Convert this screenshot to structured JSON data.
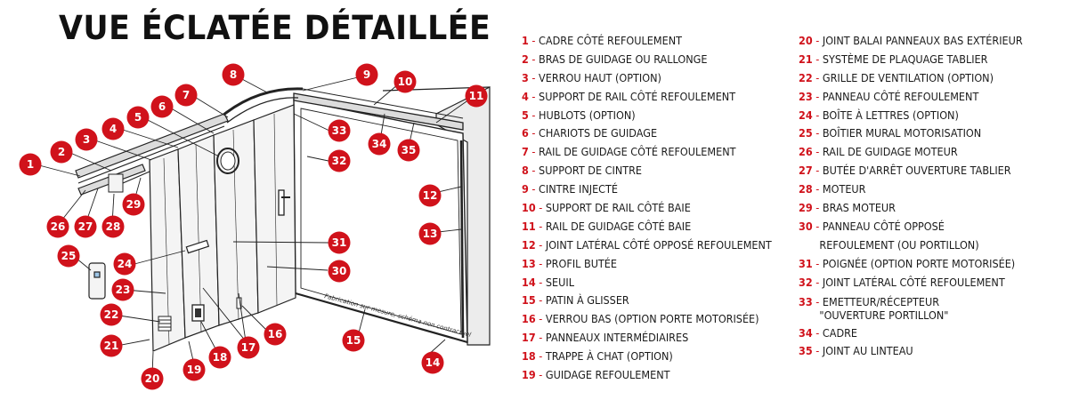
{
  "title": "VUE ÉCLATÉE DÉTAILLÉE",
  "colors": {
    "accent_red": "#d0121b",
    "line": "#222222",
    "panel_fill": "#f4f4f4"
  },
  "diagram": {
    "note": "Fabrication sur mesure, schéma non contractuel"
  },
  "callouts": [
    {
      "number": "1"
    },
    {
      "number": "2"
    },
    {
      "number": "3"
    },
    {
      "number": "4"
    },
    {
      "number": "5"
    },
    {
      "number": "6"
    },
    {
      "number": "7"
    },
    {
      "number": "8"
    },
    {
      "number": "9"
    },
    {
      "number": "10"
    },
    {
      "number": "11"
    },
    {
      "number": "12"
    },
    {
      "number": "13"
    },
    {
      "number": "14"
    },
    {
      "number": "15"
    },
    {
      "number": "16"
    },
    {
      "number": "17"
    },
    {
      "number": "18"
    },
    {
      "number": "19"
    },
    {
      "number": "20"
    },
    {
      "number": "21"
    },
    {
      "number": "22"
    },
    {
      "number": "23"
    },
    {
      "number": "24"
    },
    {
      "number": "25"
    },
    {
      "number": "26"
    },
    {
      "number": "27"
    },
    {
      "number": "28"
    },
    {
      "number": "29"
    },
    {
      "number": "30"
    },
    {
      "number": "31"
    },
    {
      "number": "32"
    },
    {
      "number": "33"
    },
    {
      "number": "34"
    },
    {
      "number": "35"
    }
  ],
  "legend": [
    {
      "num": "1",
      "label": "CADRE CÔTÉ REFOULEMENT"
    },
    {
      "num": "2",
      "label": "BRAS DE GUIDAGE OU RALLONGE"
    },
    {
      "num": "3",
      "label": "VERROU HAUT (OPTION)"
    },
    {
      "num": "4",
      "label": "SUPPORT DE RAIL CÔTÉ REFOULEMENT"
    },
    {
      "num": "5",
      "label": "HUBLOTS (OPTION)"
    },
    {
      "num": "6",
      "label": "CHARIOTS DE GUIDAGE"
    },
    {
      "num": "7",
      "label": "RAIL DE GUIDAGE CÔTÉ REFOULEMENT"
    },
    {
      "num": "8",
      "label": "SUPPORT DE CINTRE"
    },
    {
      "num": "9",
      "label": "CINTRE INJECTÉ"
    },
    {
      "num": "10",
      "label": "SUPPORT DE RAIL CÔTÉ BAIE"
    },
    {
      "num": "11",
      "label": "RAIL DE GUIDAGE CÔTÉ BAIE"
    },
    {
      "num": "12",
      "label": "JOINT LATÉRAL CÔTÉ OPPOSÉ REFOULEMENT"
    },
    {
      "num": "13",
      "label": "PROFIL BUTÉE"
    },
    {
      "num": "14",
      "label": "SEUIL"
    },
    {
      "num": "15",
      "label": "PATIN À GLISSER"
    },
    {
      "num": "16",
      "label": "VERROU BAS (OPTION PORTE MOTORISÉE)"
    },
    {
      "num": "17",
      "label": "PANNEAUX INTERMÉDIAIRES"
    },
    {
      "num": "18",
      "label": "TRAPPE À CHAT (OPTION)"
    },
    {
      "num": "19",
      "label": "GUIDAGE REFOULEMENT"
    },
    {
      "num": "20",
      "label": "JOINT BALAI PANNEAUX BAS EXTÉRIEUR"
    },
    {
      "num": "21",
      "label": "SYSTÈME DE PLAQUAGE TABLIER"
    },
    {
      "num": "22",
      "label": "GRILLE DE VENTILATION (OPTION)"
    },
    {
      "num": "23",
      "label": "PANNEAU CÔTÉ REFOULEMENT"
    },
    {
      "num": "24",
      "label": "BOÎTE À LETTRES (OPTION)"
    },
    {
      "num": "25",
      "label": "BOÎTIER MURAL MOTORISATION"
    },
    {
      "num": "26",
      "label": "RAIL DE GUIDAGE MOTEUR"
    },
    {
      "num": "27",
      "label": "BUTÉE D'ARRÊT OUVERTURE TABLIER"
    },
    {
      "num": "28",
      "label": "MOTEUR"
    },
    {
      "num": "29",
      "label": "BRAS MOTEUR"
    },
    {
      "num": "30",
      "label": "PANNEAU CÔTÉ OPPOSÉ",
      "label2": "REFOULEMENT (OU PORTILLON)"
    },
    {
      "num": "31",
      "label": "POIGNÉE (OPTION PORTE MOTORISÉE)"
    },
    {
      "num": "32",
      "label": "JOINT LATÉRAL CÔTÉ REFOULEMENT"
    },
    {
      "num": "33",
      "label": "EMETTEUR/RÉCEPTEUR",
      "label2": "\"OUVERTURE PORTILLON\""
    },
    {
      "num": "34",
      "label": "CADRE"
    },
    {
      "num": "35",
      "label": "JOINT AU LINTEAU"
    }
  ]
}
